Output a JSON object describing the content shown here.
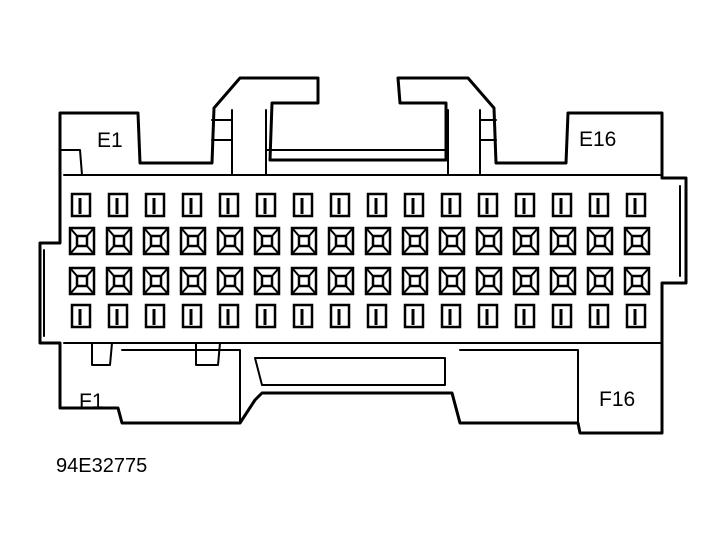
{
  "labels": {
    "e1": "E1",
    "e16": "E16",
    "f1": "F1",
    "f16": "F16",
    "figure_id": "94E32775"
  },
  "connector": {
    "rows": [
      {
        "name": "E-row-small",
        "terminal_shape": "small-square",
        "count": 16
      },
      {
        "name": "E-row-large",
        "terminal_shape": "framed-square",
        "count": 16
      },
      {
        "name": "F-row-large",
        "terminal_shape": "framed-square",
        "count": 16
      },
      {
        "name": "F-row-small",
        "terminal_shape": "small-square",
        "count": 16
      }
    ]
  },
  "colors": {
    "line": "#000000",
    "background": "#ffffff"
  }
}
